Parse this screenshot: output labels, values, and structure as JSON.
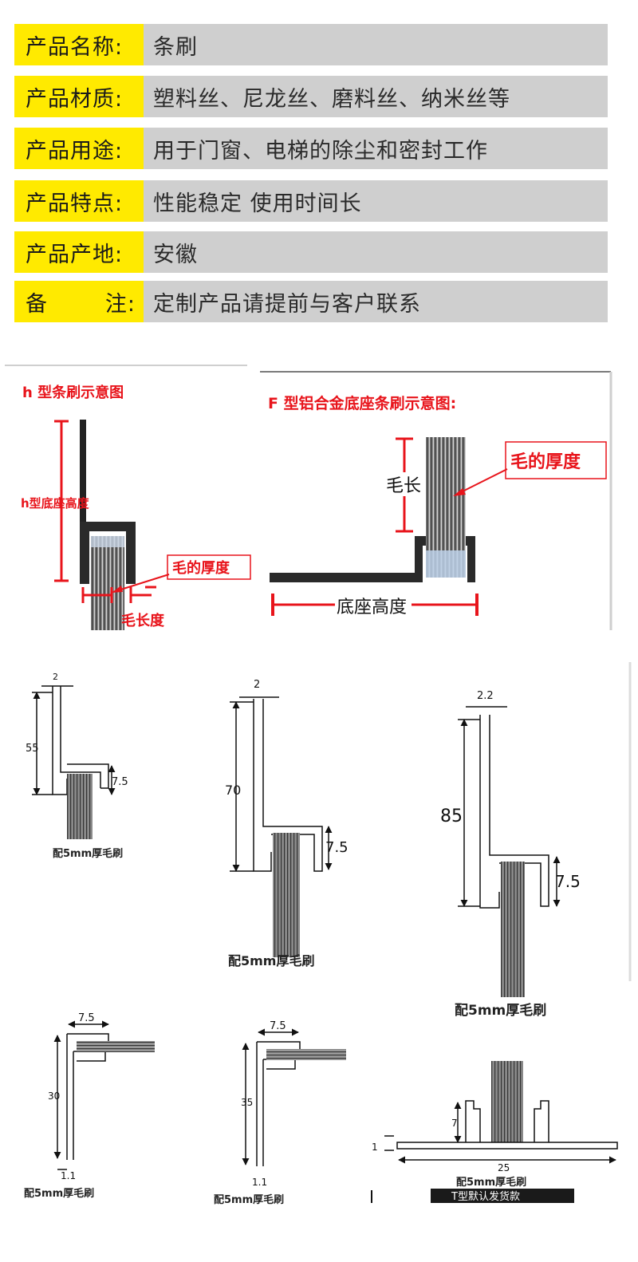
{
  "spec_table": {
    "rows": [
      {
        "label": "产品名称:",
        "value": "条刷"
      },
      {
        "label": "产品材质:",
        "value": "塑料丝、尼龙丝、磨料丝、纳米丝等"
      },
      {
        "label": "产品用途:",
        "value": "用于门窗、电梯的除尘和密封工作"
      },
      {
        "label": "产品特点:",
        "value": "性能稳定  使用时间长"
      },
      {
        "label": "产品产地:",
        "value": "安徽"
      }
    ],
    "note": {
      "label_a": "备",
      "label_b": "注:",
      "value": "定制产品请提前与客户联系"
    }
  },
  "colors": {
    "label_bg": "#ffea00",
    "value_bg": "#cfcfcf",
    "accent_red": "#e8141b"
  },
  "diagram_h": {
    "title": "h 型条刷示意图",
    "base_height_label": "h型底座高度",
    "thickness_label": "毛的厚度",
    "bristle_length_label": "毛长度"
  },
  "diagram_f": {
    "title": "F 型铝合金底座条刷示意图:",
    "bristle_length_label": "毛长",
    "thickness_label": "毛的厚度",
    "base_height_label": "底座高度"
  },
  "profiles": [
    {
      "width": "2",
      "height": "55",
      "slot": "7.5",
      "caption": "配5mm厚毛刷"
    },
    {
      "width": "2",
      "height": "70",
      "slot": "7.5",
      "caption": "配5mm厚毛刷"
    },
    {
      "width": "2.2",
      "height": "85",
      "slot": "7.5",
      "caption": "配5mm厚毛刷"
    },
    {
      "width": "7.5",
      "height": "30",
      "base": "1.1",
      "caption": "配5mm厚毛刷"
    },
    {
      "width": "7.5",
      "height": "35",
      "base": "1.1",
      "caption": "配5mm厚毛刷"
    },
    {
      "thickness": "1",
      "height": "7",
      "width": "25",
      "caption": "配5mm厚毛刷",
      "badge": "T型默认发货款"
    }
  ]
}
